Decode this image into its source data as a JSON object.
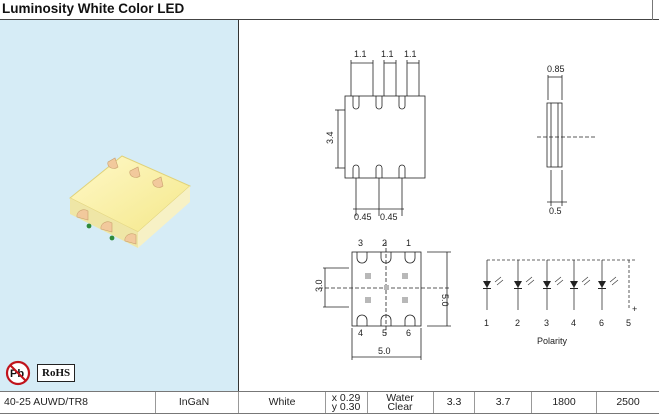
{
  "title": "Luminosity White Color LED",
  "dimensions": {
    "top_pitch": [
      "1.1",
      "1.1",
      "1.1"
    ],
    "height": "3.4",
    "bottom_pitch": [
      "0.45",
      "0.45"
    ],
    "side_thickness": "0.85",
    "side_pad": "0.5",
    "bottom_pin_top": [
      "3",
      "2",
      "1"
    ],
    "bottom_pin_bottom": [
      "4",
      "5",
      "6"
    ],
    "bottom_height": "3.0",
    "bottom_right": "5.0",
    "bottom_width": "5.0"
  },
  "polarity": {
    "label": "Polarity",
    "pins": [
      "1",
      "2",
      "3",
      "4",
      "6",
      "5"
    ],
    "plus": "+"
  },
  "badges": {
    "rohs": "RoHS",
    "pb": "Pb"
  },
  "table_row": {
    "part": "40-25 AUWD/TR8",
    "material": "InGaN",
    "color": "White",
    "chroma_x": "x 0.29",
    "chroma_y": "y 0.30",
    "lens_1": "Water",
    "lens_2": "Clear",
    "vf_typ": "3.3",
    "vf_max": "3.7",
    "iv_min": "1800",
    "iv_typ": "2500"
  }
}
